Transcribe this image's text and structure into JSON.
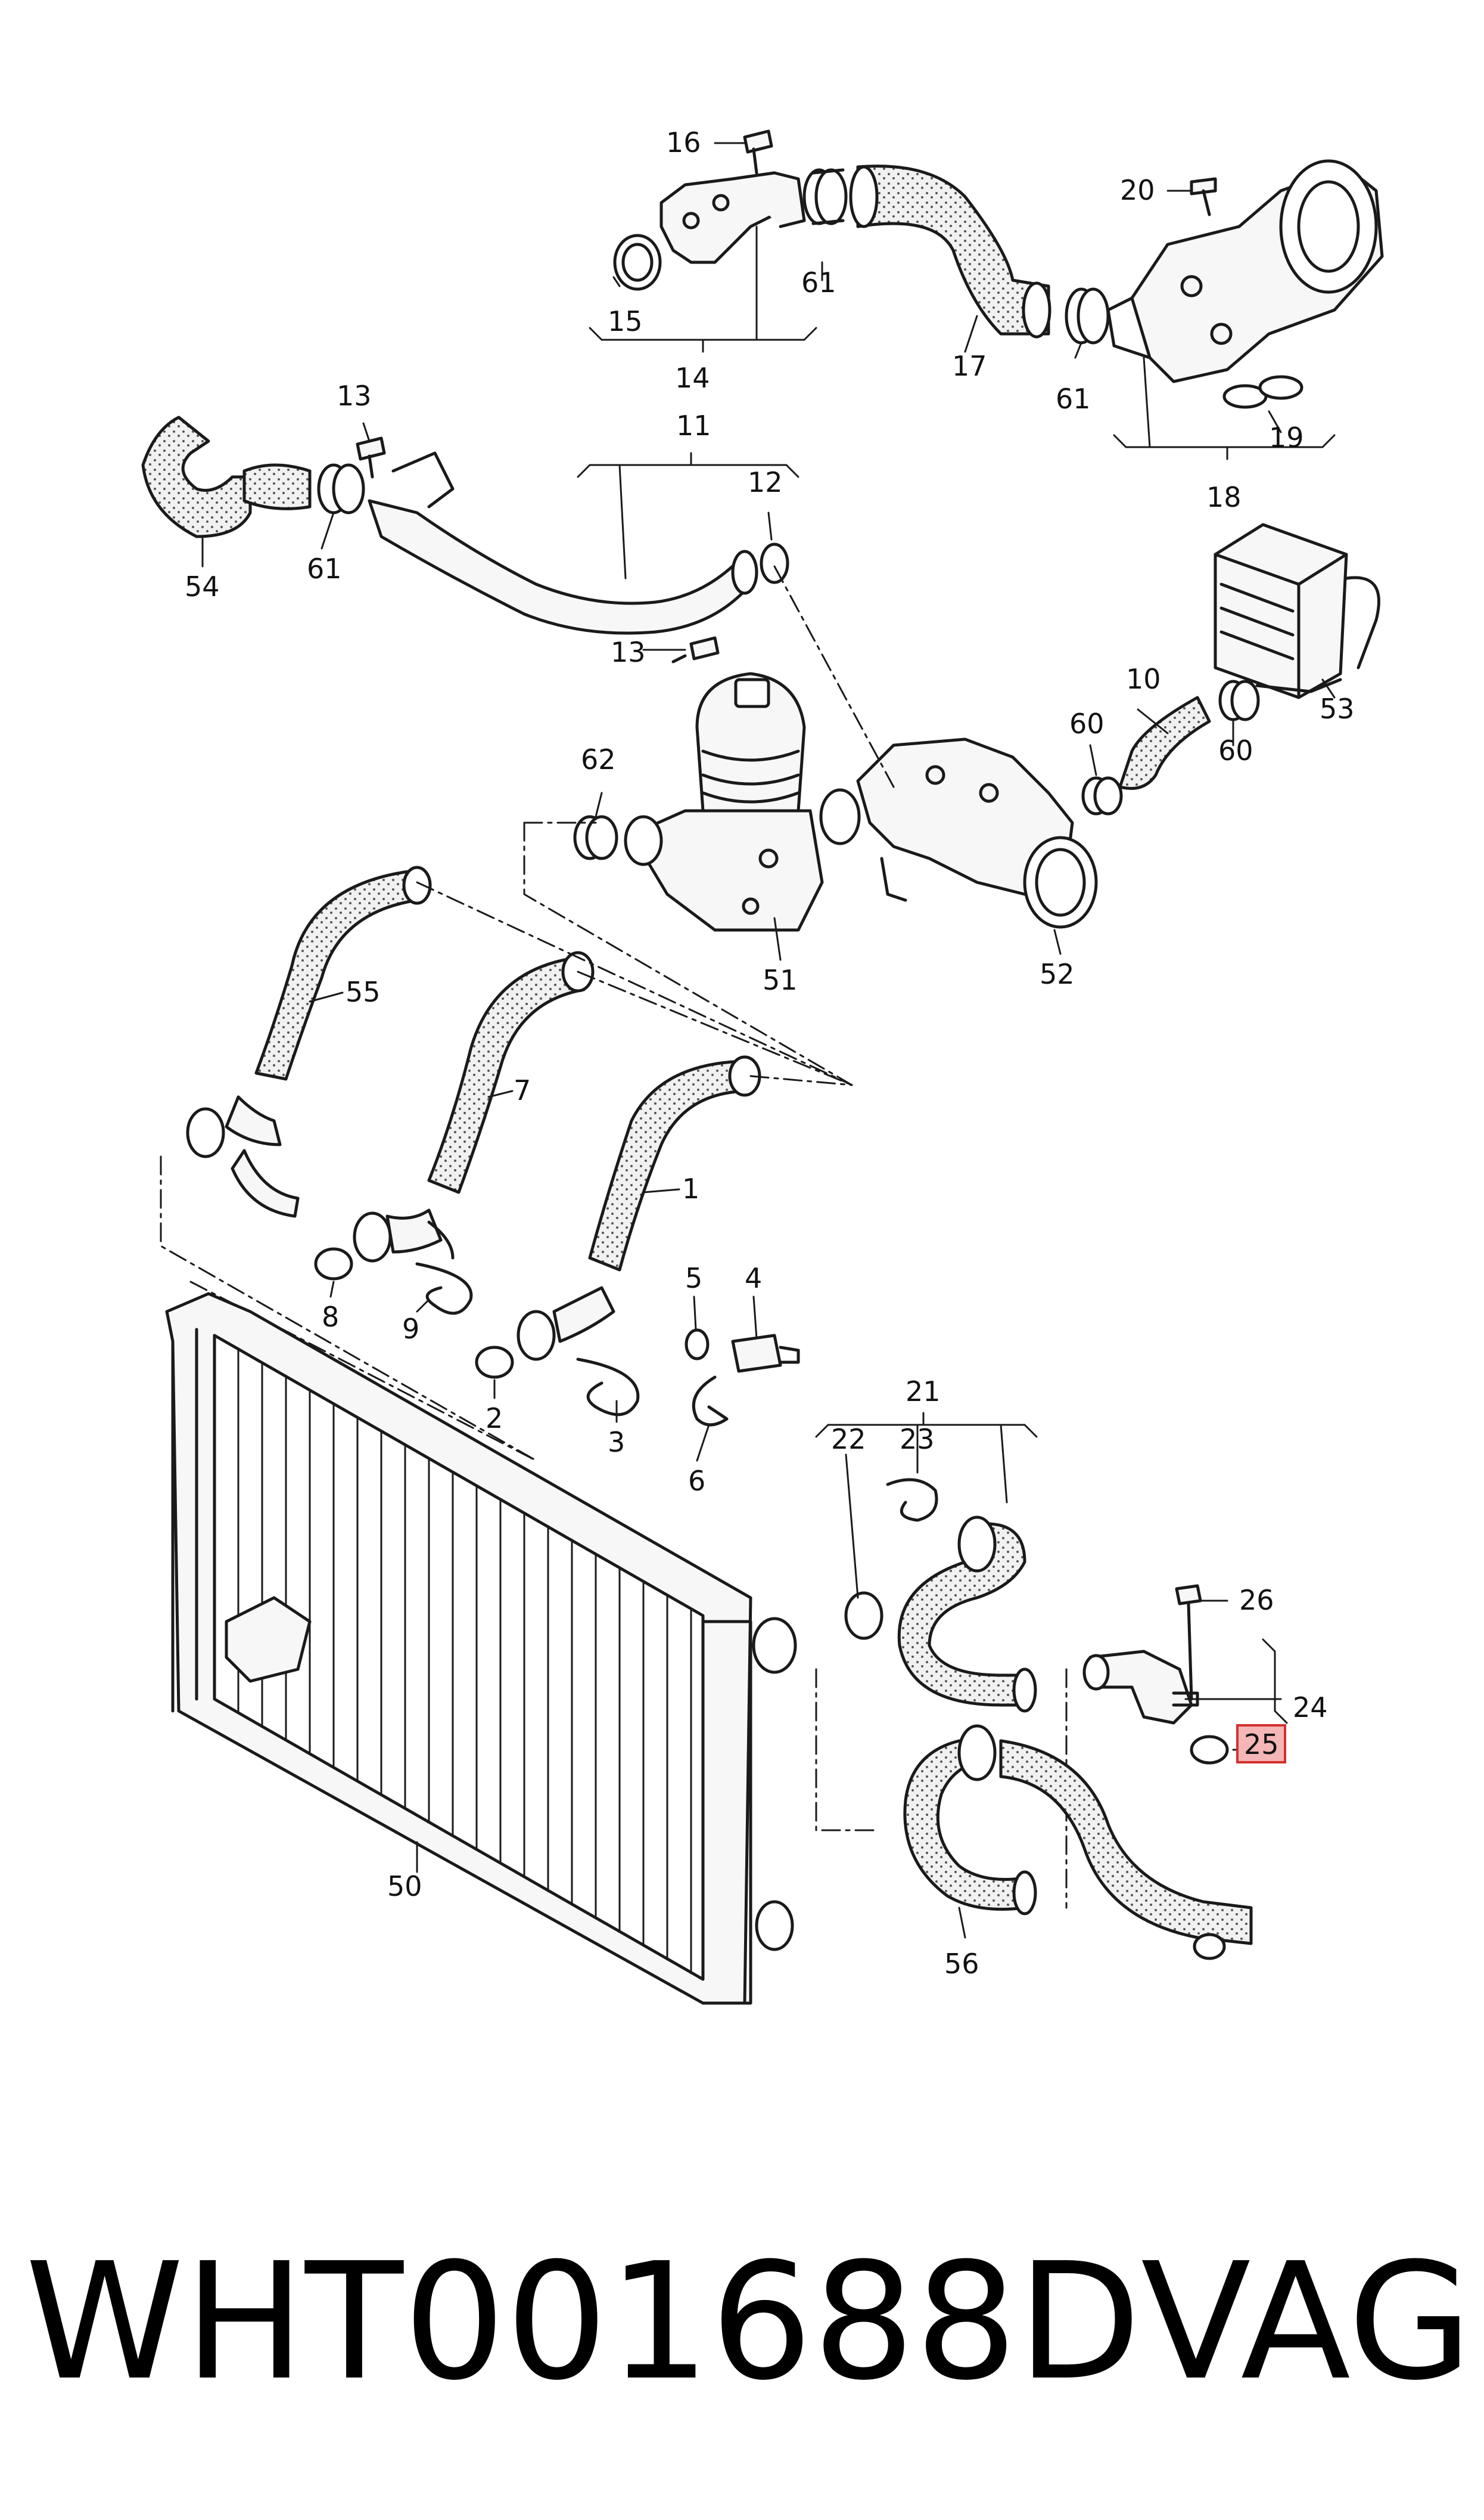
{
  "diagram": {
    "stroke_color": "#1a1a1a",
    "hose_fill": "#efefef",
    "part_fill": "#f7f7f7",
    "highlight_fill": "#f4b6b6",
    "highlight_stroke": "#d33030",
    "highlighted_callout": "25",
    "callouts": [
      {
        "id": "16",
        "label": "16"
      },
      {
        "id": "15",
        "label": "15"
      },
      {
        "id": "14",
        "label": "14"
      },
      {
        "id": "61a",
        "label": "61"
      },
      {
        "id": "17",
        "label": "17"
      },
      {
        "id": "61b",
        "label": "61"
      },
      {
        "id": "20",
        "label": "20"
      },
      {
        "id": "19",
        "label": "19"
      },
      {
        "id": "18",
        "label": "18"
      },
      {
        "id": "13a",
        "label": "13"
      },
      {
        "id": "54",
        "label": "54"
      },
      {
        "id": "61c",
        "label": "61"
      },
      {
        "id": "11",
        "label": "11"
      },
      {
        "id": "12",
        "label": "12"
      },
      {
        "id": "13b",
        "label": "13"
      },
      {
        "id": "10",
        "label": "10"
      },
      {
        "id": "53",
        "label": "53"
      },
      {
        "id": "60a",
        "label": "60"
      },
      {
        "id": "60b",
        "label": "60"
      },
      {
        "id": "62",
        "label": "62"
      },
      {
        "id": "51",
        "label": "51"
      },
      {
        "id": "52",
        "label": "52"
      },
      {
        "id": "55",
        "label": "55"
      },
      {
        "id": "7",
        "label": "7"
      },
      {
        "id": "1",
        "label": "1"
      },
      {
        "id": "8",
        "label": "8"
      },
      {
        "id": "9",
        "label": "9"
      },
      {
        "id": "5",
        "label": "5"
      },
      {
        "id": "4",
        "label": "4"
      },
      {
        "id": "2",
        "label": "2"
      },
      {
        "id": "3",
        "label": "3"
      },
      {
        "id": "6",
        "label": "6"
      },
      {
        "id": "21",
        "label": "21"
      },
      {
        "id": "22",
        "label": "22"
      },
      {
        "id": "23",
        "label": "23"
      },
      {
        "id": "26",
        "label": "26"
      },
      {
        "id": "24",
        "label": "24"
      },
      {
        "id": "25",
        "label": "25"
      },
      {
        "id": "50",
        "label": "50"
      },
      {
        "id": "56",
        "label": "56"
      }
    ]
  },
  "caption": {
    "part_number": "WHT001688D",
    "brand": "VAG"
  }
}
